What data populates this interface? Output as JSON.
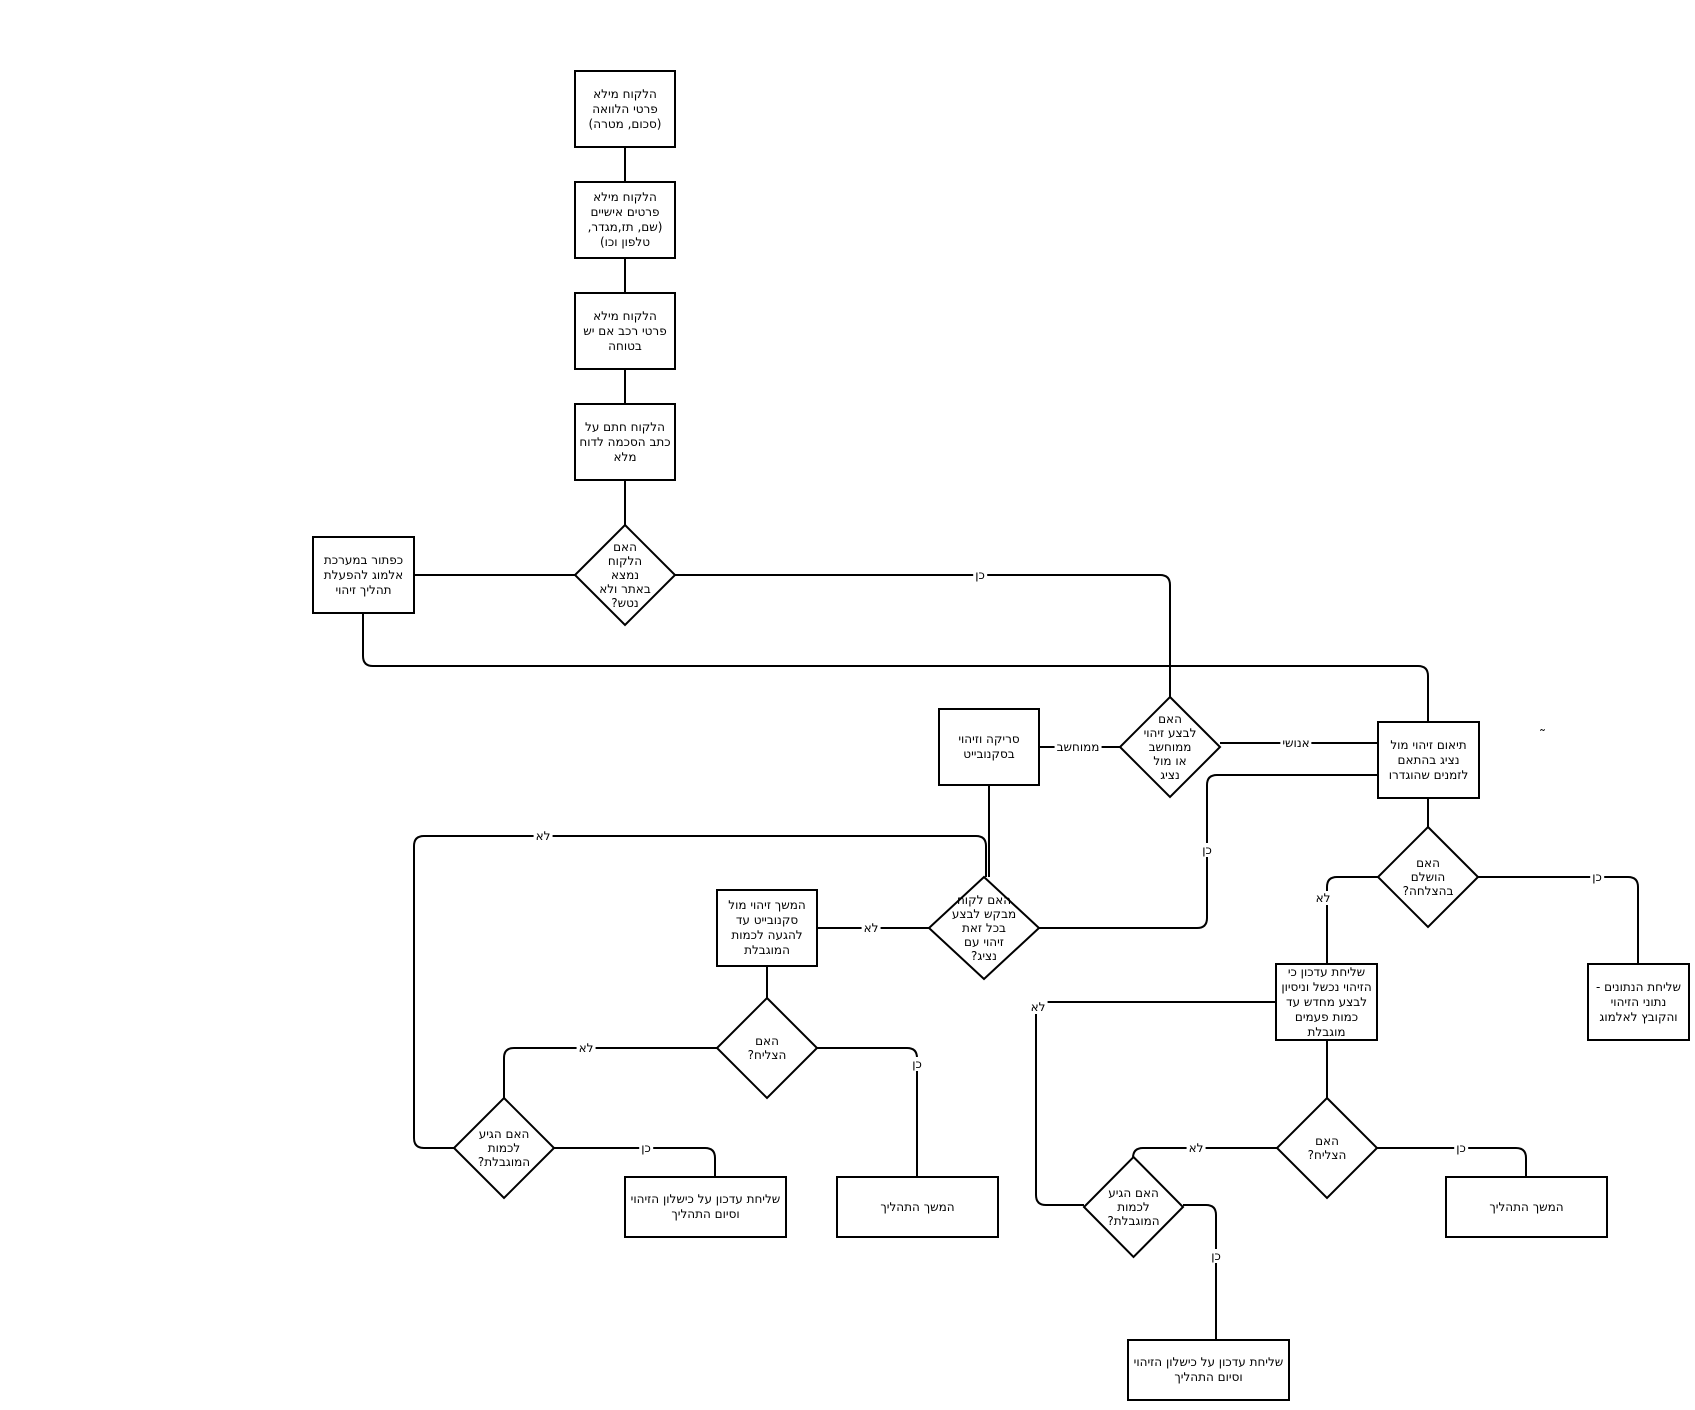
{
  "nodes": {
    "n1": "הלקוח מילא פרטי הלוואה (סכום, מטרה)",
    "n2": "הלקוח מילא פרטים אישיים (שם, תז,מגדר, טלפון וכו)",
    "n3": "הלקוח מילא פרטי רכב אם יש בטוחה",
    "n4": "הלקוח חתם על כתב הסכמה לדוח מלא",
    "d1": "האם הלקוח נמצא באתר ולא נטש?",
    "n5": "כפתור במערכת אלמוג להפעלת תהליך זיהוי",
    "n6": "סריקה וזיהוי בסקנובייט",
    "d2": "האם לבצע זיהוי ממוחשב או מול נציג",
    "n7": "תיאום זיהוי מול נציג בהתאם לזמנים שהוגדרו",
    "d3": "האם לקוח מבקש לבצע בכל זאת זיהוי עם נציג?",
    "n8": "המשך זיהוי מול סקנובייט עד להגעה לכמות המוגבלת",
    "d4": "האם הצליח?",
    "d5": "האם הגיע לכמות המוגבלת?",
    "n9": "שליחת עדכון על כישלון הזיהוי וסיום התהליך",
    "n10": "המשך התהליך",
    "d6": "האם הושלם בהצלחה?",
    "n11": "שליחת עדכון כי הזיהוי נכשל וניסיון לבצע מחדש עד כמות פעמים מוגבלת",
    "n12": "שליחת הנתונים - נתוני הזיהוי והקובץ לאלמוג",
    "d7": "האם הצליח?",
    "n13": "המשך התהליך",
    "d8": "האם הגיע לכמות המוגבלת?",
    "n14": "שליחת עדכון על כישלון הזיהוי וסיום התהליך"
  },
  "edge_labels": {
    "e_d1_yes": "כן",
    "e_d2_computer": "ממוחשב",
    "e_d2_human": "אנושי",
    "e_d3_yes": "כן",
    "e_d3_loop_no": "לא",
    "e_d3_no": "לא",
    "e_d4_no": "לא",
    "e_d4_yes": "כן",
    "e_d5_yes": "כן",
    "e_d6_no": "לא",
    "e_d6_yes": "כן",
    "e_d8_no": "לא",
    "e_d7_no": "לא",
    "e_d7_yes": "כן",
    "e_d8_yes": "כן"
  },
  "stray_mark": "˜"
}
